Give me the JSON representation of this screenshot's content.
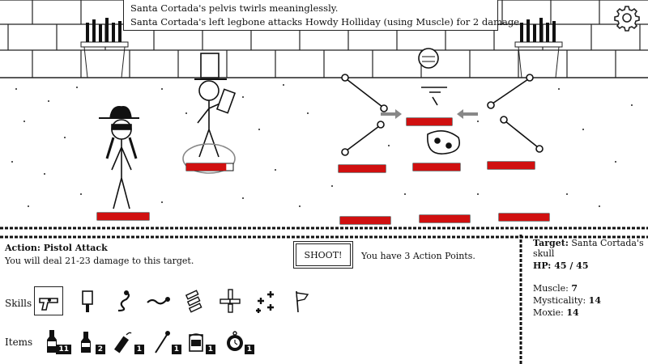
{
  "combat_log": {
    "lines": [
      "Santa Cortada's pelvis twirls meaninglessly.",
      "Santa Cortada's left legbone attacks Howdy Holliday (using Muscle) for 2 damage."
    ]
  },
  "action": {
    "title": "Action: Pistol Attack",
    "description": "You will deal 21-23 damage to this target."
  },
  "shoot_button": {
    "label": "SHOOT!"
  },
  "action_points_text": "You have 3 Action Points.",
  "skills": {
    "label": "Skills",
    "icons": [
      "revolver-icon",
      "cleaver-icon",
      "snake-icon",
      "snake-strike-icon",
      "bullets-icon",
      "bullet-spread-icon",
      "plus-cluster-icon",
      "white-flag-icon"
    ],
    "selected_index": 0
  },
  "items": {
    "label": "Items",
    "entries": [
      {
        "icon": "whiskey-bottle-icon",
        "count": "11"
      },
      {
        "icon": "small-bottle-icon",
        "count": "2"
      },
      {
        "icon": "dynamite-icon",
        "count": "1"
      },
      {
        "icon": "match-icon",
        "count": "1"
      },
      {
        "icon": "tin-can-icon",
        "count": "1"
      },
      {
        "icon": "pocket-watch-icon",
        "count": "1"
      }
    ]
  },
  "target": {
    "label": "Target:",
    "name": "Santa Cortada's skull",
    "hp_label": "HP:",
    "hp_value": "45 / 45",
    "stats": [
      {
        "name": "Muscle:",
        "value": "7"
      },
      {
        "name": "Mysticality:",
        "value": "14"
      },
      {
        "name": "Moxie:",
        "value": "14"
      }
    ]
  },
  "health_bars": {
    "player": 1.0,
    "ally": 0.85,
    "enemies": [
      1.0,
      1.0,
      1.0,
      1.0,
      1.0,
      1.0,
      1.0
    ]
  },
  "colors": {
    "health": "#d01010",
    "ink": "#111111",
    "paper": "#ffffff"
  }
}
